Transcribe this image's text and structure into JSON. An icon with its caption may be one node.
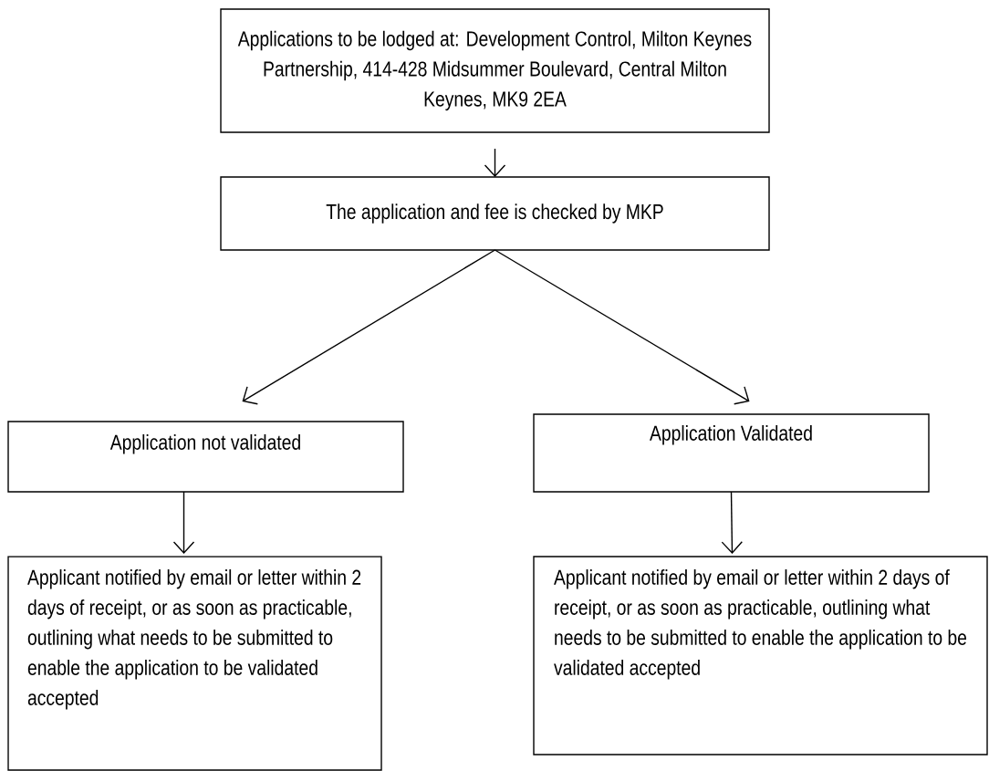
{
  "diagram": {
    "nodes": [
      {
        "text": [
          "Applications to be lodged at: Development Control, Milton Keynes Partnership, 414-428 Midsummer Boulevard, Central Milton Keynes, MK9 2EA"
        ]
      },
      {
        "text": [
          "The application and fee is checked by MKP"
        ]
      },
      {
        "text": [
          "Application not validated"
        ]
      },
      {
        "text": [
          "Application Validated"
        ]
      },
      {
        "text": [
          "Applicant notified by email or letter within 2 days of receipt, or as soon as practicable, outlining what needs to be submitted to enable the application to be validated accepted"
        ]
      },
      {
        "text": [
          "Applicant notified by email or letter within 2 days of receipt, or as soon as practicable, outlining what needs to be submitted to enable the application to be validated accepted"
        ]
      }
    ],
    "edges": [
      {
        "from": 0,
        "to": 1,
        "arrow": "to"
      },
      {
        "from": 1,
        "to": 2,
        "arrow": "to"
      },
      {
        "from": 1,
        "to": 3,
        "arrow": "to"
      },
      {
        "from": 2,
        "to": 4,
        "arrow": "to"
      },
      {
        "from": 3,
        "to": 5,
        "arrow": "to"
      }
    ]
  }
}
